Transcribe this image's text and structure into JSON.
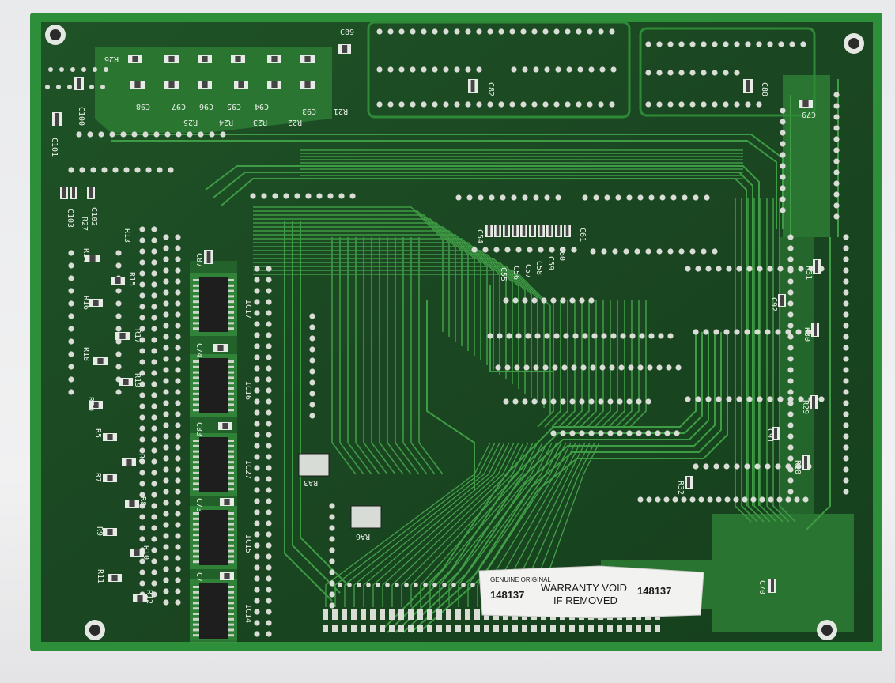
{
  "photo": {
    "colors": {
      "background": "#ececee",
      "board_edge": "#2e8f3a",
      "board_mask": "#1b4a22",
      "copper_trace": "#3f9a45",
      "copper_pour": "#2b7a33",
      "pad": "#d9ddd6",
      "silkscreen": "#e8efe6",
      "chip": "#1e1e1e",
      "sticker": "#f2f2f0"
    },
    "labels": {
      "c89": "C89",
      "r26": "R26",
      "c100": "C100",
      "c101": "C101",
      "c98": "C98",
      "c97": "C97",
      "c96": "C96",
      "c95": "C95",
      "c94": "C94",
      "c93": "C93",
      "r25": "R25",
      "r24": "R24",
      "r23": "R23",
      "r22": "R22",
      "r21": "R21",
      "c82": "C82",
      "c80": "C80",
      "c79": "C79",
      "c102": "C102",
      "c103": "C103",
      "r27": "R27",
      "r13": "R13",
      "r14": "R14",
      "r15": "R15",
      "r16": "R16",
      "r17": "R17",
      "r18": "R18",
      "r19": "R19",
      "r20": "R20",
      "r5": "R5",
      "r6": "R6",
      "r7": "R7",
      "r8": "R8",
      "r9": "R9",
      "r10": "R10",
      "r11": "R11",
      "r12": "R12",
      "c87": "C87",
      "ic17": "IC17",
      "c74": "C74",
      "ic16": "IC16",
      "c83": "C83",
      "ic27": "IC27",
      "c73": "C73",
      "ic15": "IC15",
      "c7x": "C7",
      "ic14": "IC14",
      "c54": "C54",
      "c61": "C61",
      "c60": "C60",
      "c59": "C59",
      "c58": "C58",
      "c57": "C57",
      "c56": "C56",
      "c55": "C55",
      "r31": "R31",
      "c92": "C92",
      "r30": "R30",
      "r29": "R29",
      "c91": "C91",
      "r28": "R28",
      "r32": "R32",
      "ra3": "RA3",
      "ra6": "RA6",
      "c70": "C70"
    },
    "sticker": {
      "serial_left": "148137",
      "serial_right": "148137",
      "warranty_line1": "WARRANTY VOID",
      "warranty_line2": "IF REMOVED",
      "watermark": "GENUINE ORIGINAL"
    },
    "icons": [
      "mounting-hole-icon"
    ]
  }
}
